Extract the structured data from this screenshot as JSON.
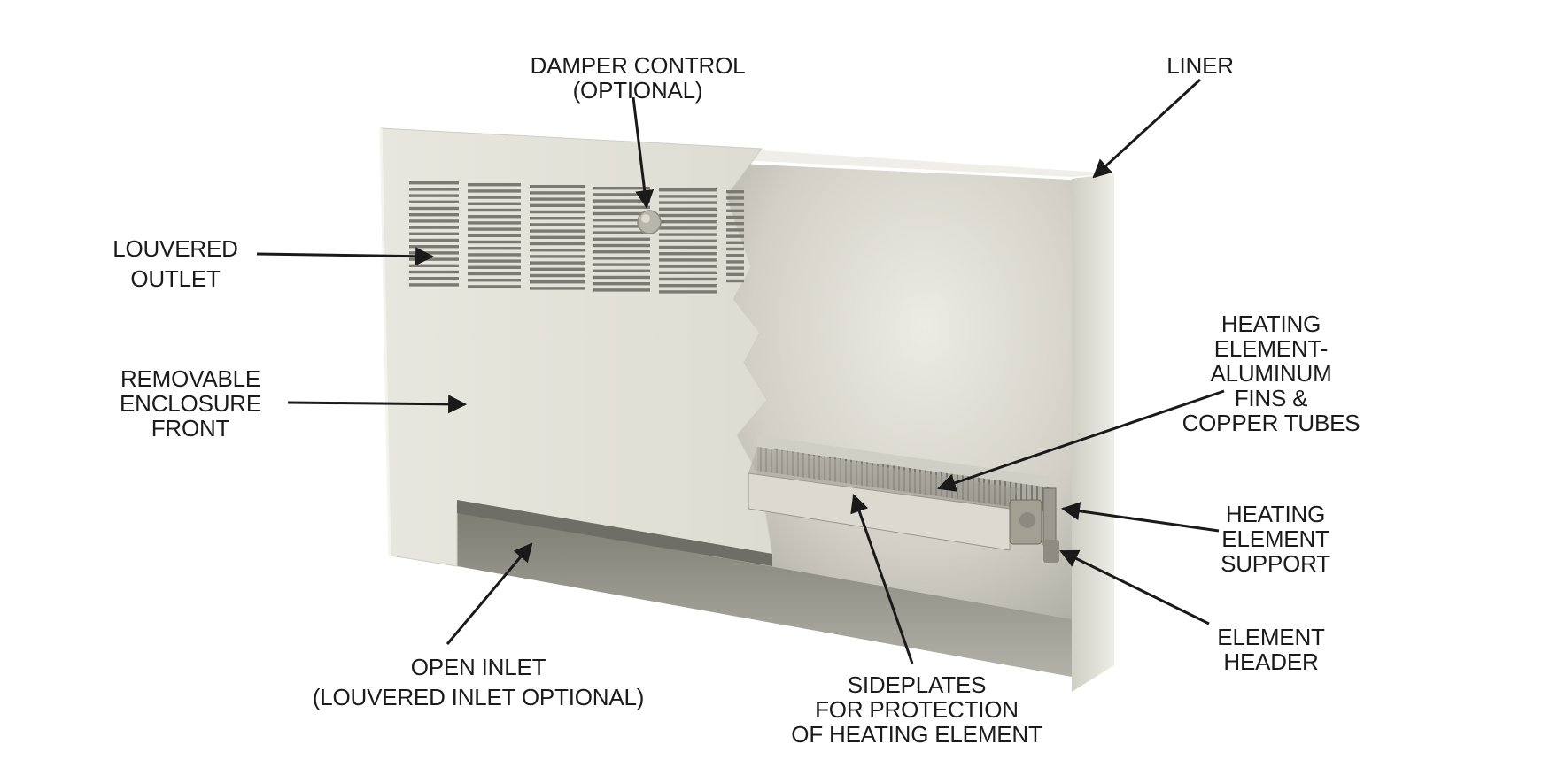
{
  "diagram": {
    "labels": {
      "damper": [
        "DAMPER CONTROL",
        "(OPTIONAL)"
      ],
      "liner": [
        "LINER"
      ],
      "louvered_outlet": [
        "LOUVERED",
        "OUTLET"
      ],
      "removable_front": [
        "REMOVABLE",
        "ENCLOSURE",
        "FRONT"
      ],
      "heating_element": [
        "HEATING",
        "ELEMENT-",
        "ALUMINUM",
        "FINS &",
        "COPPER TUBES"
      ],
      "element_support": [
        "HEATING",
        "ELEMENT",
        "SUPPORT"
      ],
      "element_header": [
        "ELEMENT",
        "HEADER"
      ],
      "open_inlet": [
        "OPEN INLET",
        "(LOUVERED INLET OPTIONAL)"
      ],
      "sideplates": [
        "SIDEPLATES",
        "FOR PROTECTION",
        "OF HEATING ELEMENT"
      ]
    },
    "colors": {
      "enclosure": "#e1e0d7",
      "enclosure_shade": "#c9c8bd",
      "interior": "#d8d6cc",
      "louver_slot": "#7a7a72",
      "arrow": "#1a1a1a"
    }
  }
}
